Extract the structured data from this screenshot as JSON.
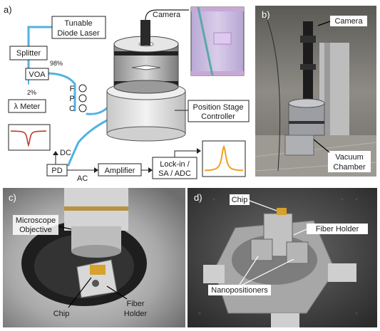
{
  "panels": {
    "a": "a)",
    "b": "b)",
    "c": "c)",
    "d": "d)"
  },
  "schematic": {
    "tunable_laser": [
      "Tunable",
      "Diode Laser"
    ],
    "splitter": "Splitter",
    "voa": "VOA",
    "lambda_meter": "λ Meter",
    "fpc": [
      "F",
      "P",
      "C"
    ],
    "split_high": "98%",
    "split_low": "2%",
    "camera": "Camera",
    "controller": [
      "Position Stage",
      "Controller"
    ],
    "pd": "PD",
    "dc": "DC",
    "ac": "AC",
    "amplifier": "Amplifier",
    "lockin": [
      "Lock-in /",
      "SA / ADC"
    ]
  },
  "photo_b": {
    "camera": "Camera",
    "vacuum": [
      "Vacuum",
      "Chamber"
    ]
  },
  "photo_c": {
    "objective": [
      "Microscope",
      "Objective"
    ],
    "chip": "Chip",
    "fiber_holder": [
      "Fiber",
      "Holder"
    ]
  },
  "photo_d": {
    "chip": "Chip",
    "fiber_holder": "Fiber Holder",
    "nanopositioners": "Nanopositioners"
  },
  "colors": {
    "fiber": "#4fb3e3",
    "trace_dip": "#c0392b",
    "trace_peak": "#f0a020"
  }
}
